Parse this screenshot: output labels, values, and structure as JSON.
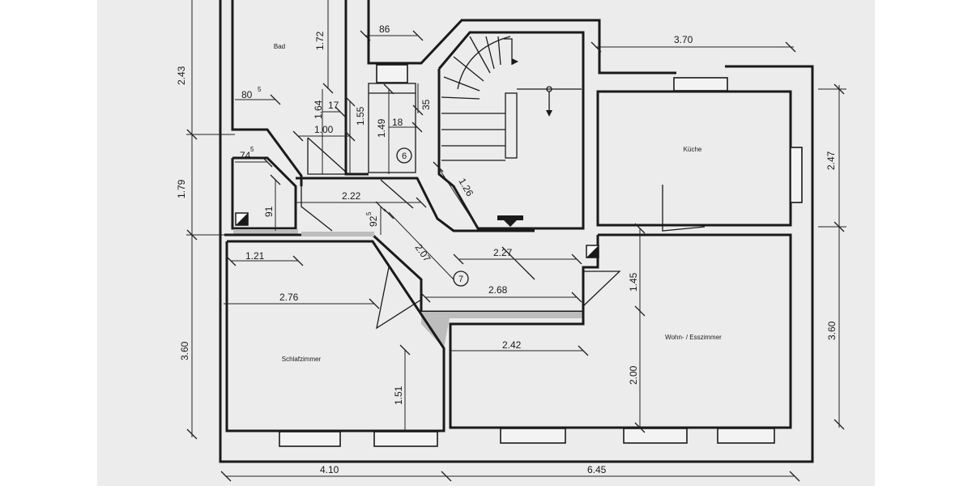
{
  "rooms": {
    "bath": "Bad",
    "kitchen": "Küche",
    "living": "Wohn- / Esszimmer",
    "bedroom": "Schlafzimmer"
  },
  "markers": {
    "shaft": "6",
    "hall": "7"
  },
  "dimensions": {
    "d_86": "86",
    "d_370_top": "3.70",
    "d_243": "2.43",
    "d_172": "1.72",
    "d_80_5": "80",
    "d_80_5_sup": "5",
    "d_164": "1.64",
    "d_17": "17",
    "d_155": "1.55",
    "d_149": "1.49",
    "d_18": "18",
    "d_35": "35",
    "d_100": "1.00",
    "d_74_5": "74",
    "d_74_5_sup": "5",
    "d_179": "1.79",
    "d_222": "2.22",
    "d_126": "1.26",
    "d_92_5": "92",
    "d_92_5_sup": "5",
    "d_91": "91",
    "d_247": "2.47",
    "d_121": "1.21",
    "d_207": "2.07",
    "d_227": "2.27",
    "d_268": "2.68",
    "d_276": "2.76",
    "d_145": "1.45",
    "d_360_left": "3.60",
    "d_360_right": "3.60",
    "d_242": "2.42",
    "d_151": "1.51",
    "d_200": "2.00",
    "d_410": "4.10",
    "d_645": "6.45"
  },
  "colors": {
    "paper": "#ececec",
    "ink": "#1a1a1a",
    "wall_hatch": "#bdbdbd"
  }
}
